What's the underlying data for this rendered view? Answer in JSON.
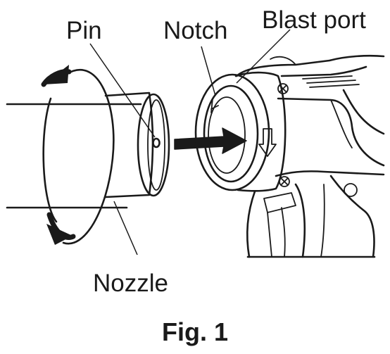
{
  "labels": {
    "pin": "Pin",
    "notch": "Notch",
    "blast_port": "Blast port",
    "nozzle": "Nozzle"
  },
  "caption": "Fig. 1",
  "colors": {
    "ink": "#1a1a1a",
    "background": "#ffffff"
  }
}
